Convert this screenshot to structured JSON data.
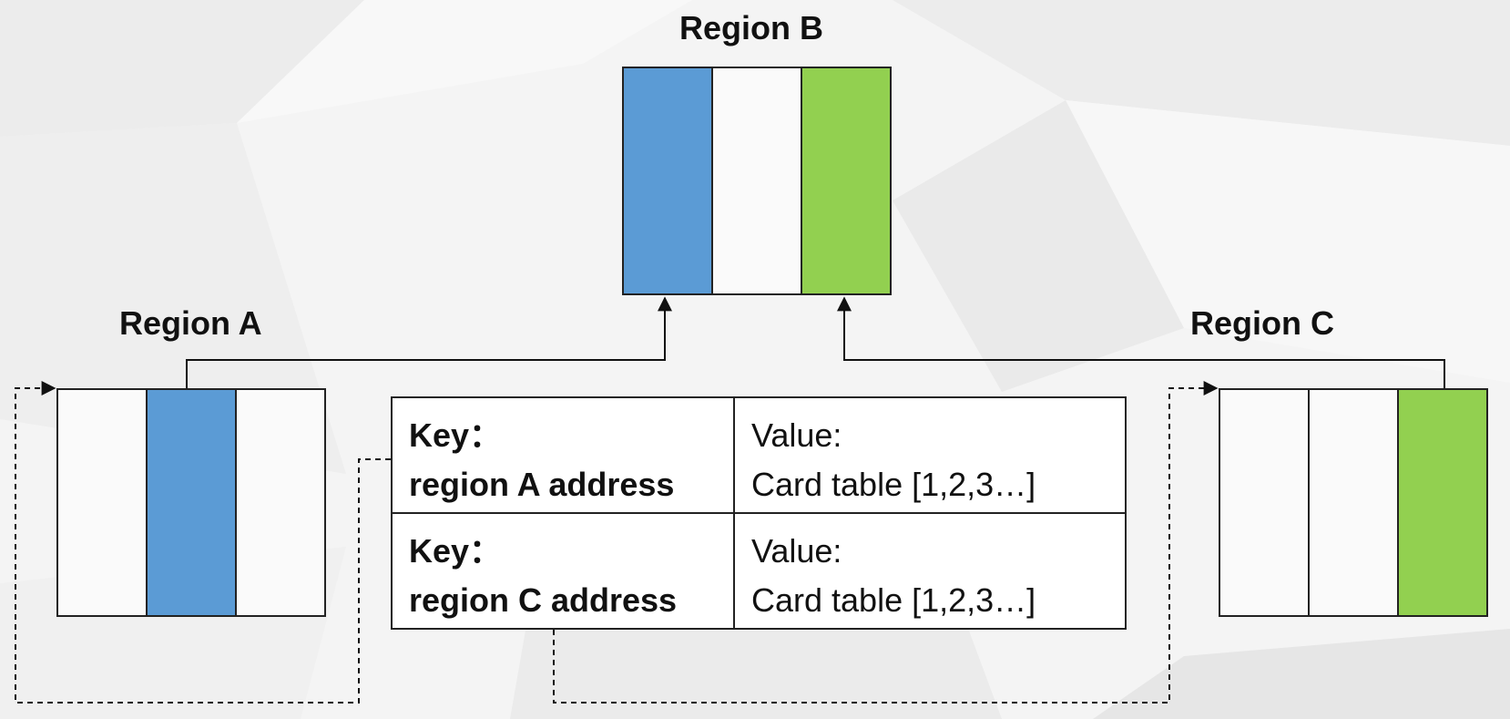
{
  "colors": {
    "blue": "#5b9bd5",
    "green": "#92d050",
    "empty": "#fafafa",
    "border": "#222222"
  },
  "regions": {
    "b": {
      "label": "Region B",
      "cards": [
        "blue",
        "empty",
        "green"
      ]
    },
    "a": {
      "label": "Region A",
      "cards": [
        "empty",
        "blue",
        "empty"
      ]
    },
    "c": {
      "label": "Region C",
      "cards": [
        "empty",
        "empty",
        "green"
      ]
    }
  },
  "remembered_set": {
    "rows": [
      {
        "key_label": "Key：",
        "key_value": "region A address",
        "value_label": "Value:",
        "value_text": "Card table [1,2,3…]"
      },
      {
        "key_label": "Key：",
        "key_value": "region C address",
        "value_label": "Value:",
        "value_text": "Card table [1,2,3…]"
      }
    ]
  }
}
